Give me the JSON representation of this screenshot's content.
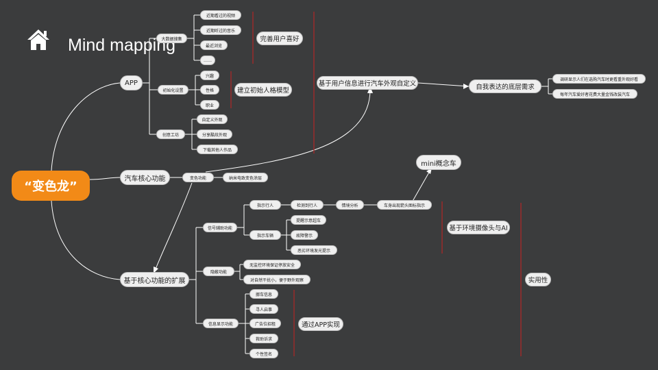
{
  "header": {
    "title": "Mind mapping"
  },
  "root": "“变色龙”",
  "app": {
    "label": "APP",
    "big_data": {
      "label": "大数据搜集",
      "items": [
        "近期看过的视频",
        "近期听过的音乐",
        "最近浏览",
        "……"
      ],
      "group": "完善用户喜好"
    },
    "init": {
      "label": "初始化设置",
      "items": [
        "兴趣",
        "性格",
        "职业"
      ],
      "group": "建立初始人格模型"
    },
    "workshop": {
      "label": "创意工坊",
      "items": [
        "自定义外观",
        "分享酷炫外观",
        "下载其他人作品"
      ]
    }
  },
  "custom": "基于用户信息进行汽车外观自定义",
  "self_express": "自我表达的底层需求",
  "research": [
    "调研显示人们在选购汽车时更看重外观好看",
    "每年汽车爱好者花费大量金钱改装汽车"
  ],
  "core": {
    "label": "汽车核心功能",
    "change": "变色功能",
    "nano": "纳米电致变色涂层"
  },
  "mini": "mini概念车",
  "ext": {
    "label": "基于核心功能的扩展",
    "signal": {
      "label": "信号辅助功能",
      "guide_pedestrian": "指示行人",
      "detect_pedestrian": "检测到行人",
      "analysis": "情境分析",
      "display": "车身出现箭头图标指示",
      "guide_vehicle": "指示车辆",
      "vehicle_items": [
        "提醒示意超车",
        "故障警示",
        "恶劣环境发光提示"
      ],
      "group": "基于环境摄像头与AI"
    },
    "hide": {
      "label": "隐蔽功能",
      "items": [
        "无监控环境保证停放安全",
        "对自然干扰小，便于野外观察"
      ]
    },
    "info": {
      "label": "信息显示功能",
      "items": [
        "挪车信息",
        "寻人启事",
        "广告位招租",
        "救助诉求",
        "个性签名"
      ],
      "group": "通过APP实现"
    }
  },
  "practical": "实用性"
}
